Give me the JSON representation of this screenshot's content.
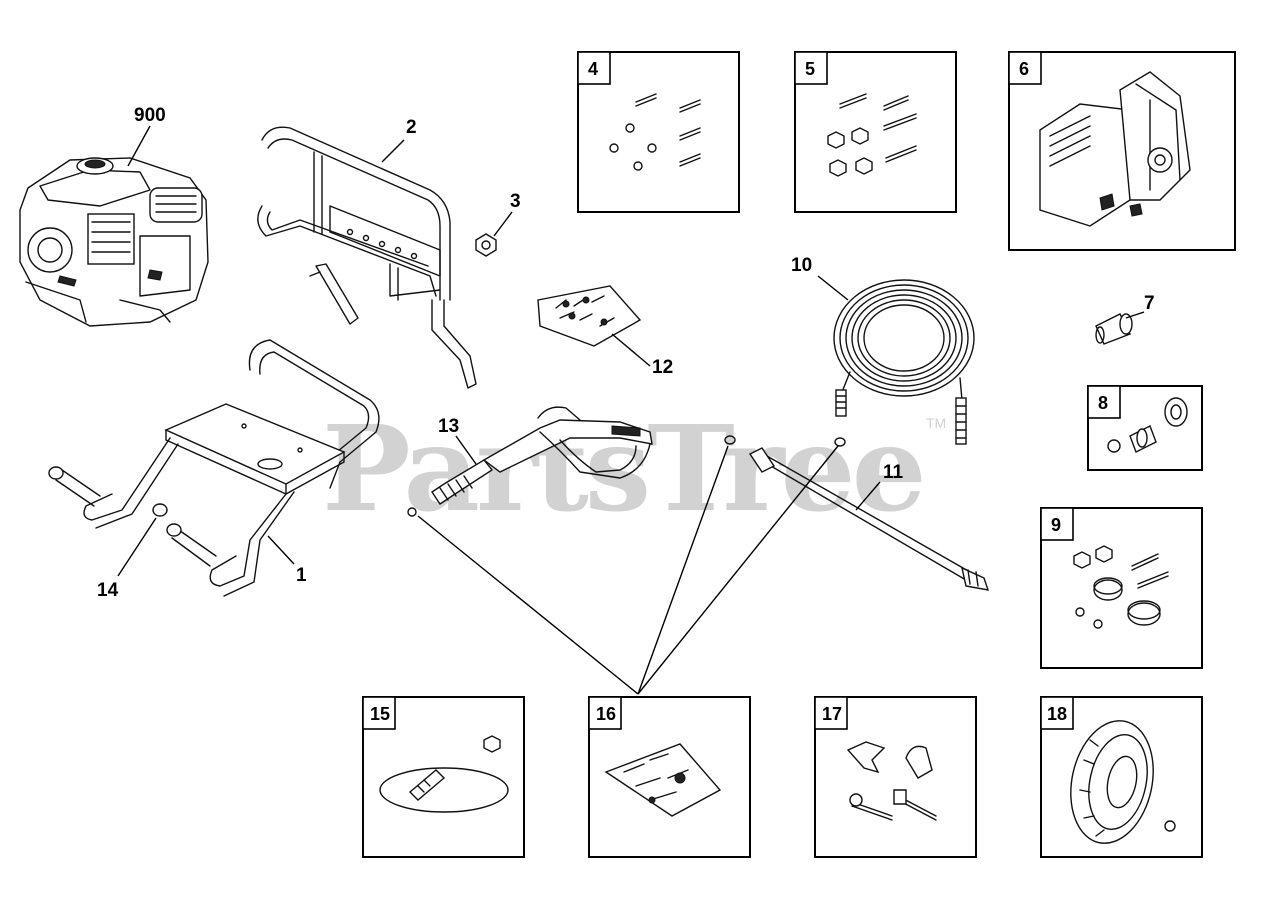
{
  "watermark": {
    "text": "PartsTree",
    "trademark": "TM"
  },
  "callouts": [
    {
      "id": "900",
      "label": "900"
    },
    {
      "id": "1",
      "label": "1"
    },
    {
      "id": "2",
      "label": "2"
    },
    {
      "id": "3",
      "label": "3"
    },
    {
      "id": "7",
      "label": "7"
    },
    {
      "id": "10",
      "label": "10"
    },
    {
      "id": "11",
      "label": "11"
    },
    {
      "id": "12",
      "label": "12"
    },
    {
      "id": "13",
      "label": "13"
    },
    {
      "id": "14",
      "label": "14"
    }
  ],
  "boxed_kits": [
    {
      "id": "4",
      "label": "4"
    },
    {
      "id": "5",
      "label": "5"
    },
    {
      "id": "6",
      "label": "6"
    },
    {
      "id": "8",
      "label": "8"
    },
    {
      "id": "9",
      "label": "9"
    },
    {
      "id": "15",
      "label": "15"
    },
    {
      "id": "16",
      "label": "16"
    },
    {
      "id": "17",
      "label": "17"
    },
    {
      "id": "18",
      "label": "18"
    }
  ]
}
